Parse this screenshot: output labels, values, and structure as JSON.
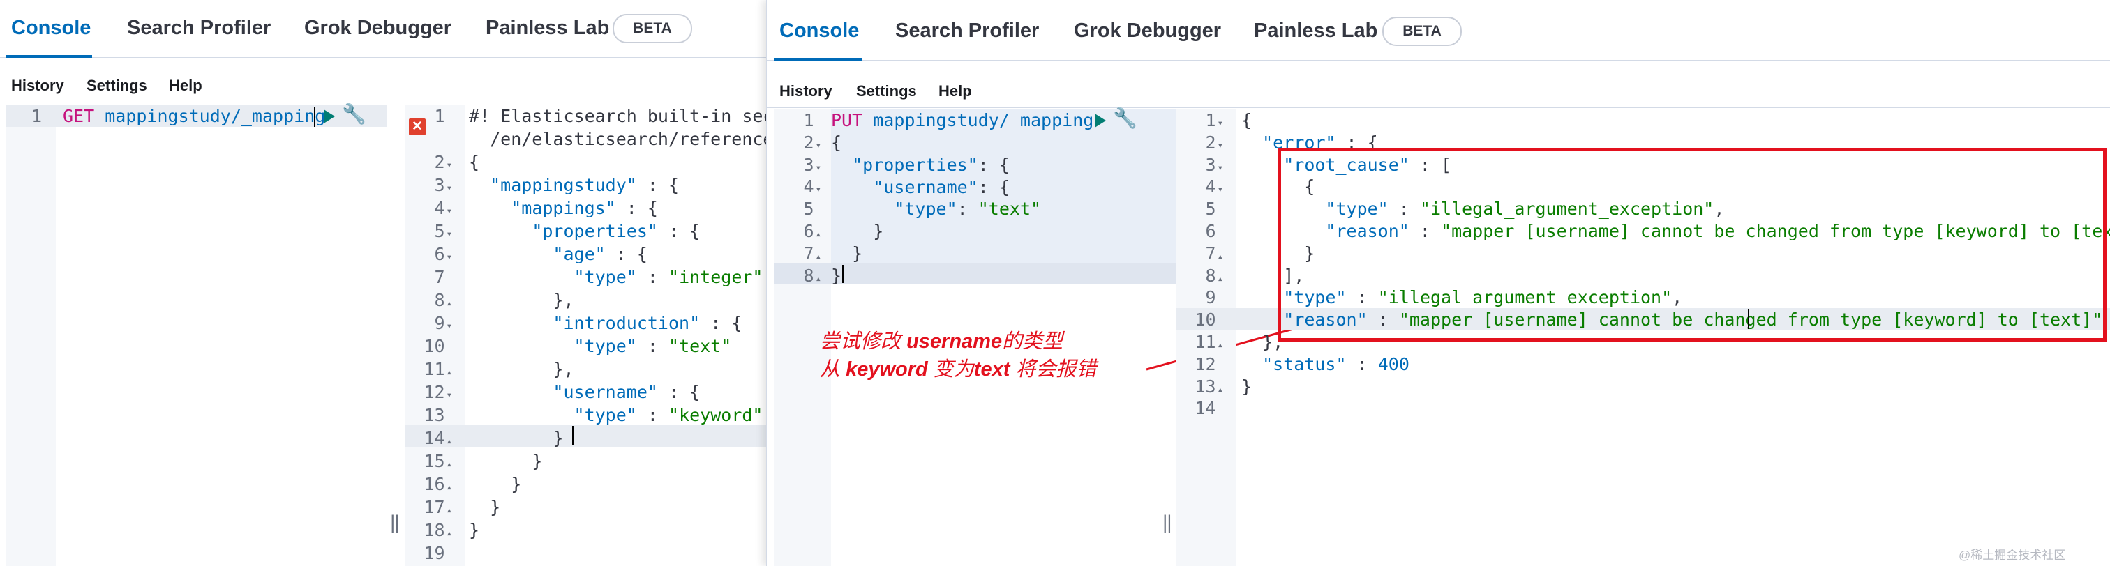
{
  "tabs": [
    "Console",
    "Search Profiler",
    "Grok Debugger",
    "Painless Lab"
  ],
  "beta": "BETA",
  "menu": [
    "History",
    "Settings",
    "Help"
  ],
  "left": {
    "request": {
      "method": "GET",
      "path": "mappingstudy/_mapping"
    },
    "response_lines": [
      "#! Elasticsearch built-in secu",
      "/en/elasticsearch/reference/",
      "{",
      "  \"mappingstudy\" : {",
      "    \"mappings\" : {",
      "      \"properties\" : {",
      "        \"age\" : {",
      "          \"type\" : \"integer\"",
      "        },",
      "        \"introduction\" : {",
      "          \"type\" : \"text\"",
      "        },",
      "        \"username\" : {",
      "          \"type\" : \"keyword\"",
      "        }",
      "      }",
      "    }",
      "  }",
      "}",
      ""
    ]
  },
  "right": {
    "request": {
      "method": "PUT",
      "path": "mappingstudy/_mapping"
    },
    "request_lines": [
      "{",
      "  \"properties\": {",
      "    \"username\": {",
      "      \"type\": \"text\"",
      "    }",
      "  }",
      "}"
    ],
    "response_lines": [
      "{",
      "  \"error\" : {",
      "    \"root_cause\" : [",
      "      {",
      "        \"type\" : \"illegal_argument_exception\",",
      "        \"reason\" : \"mapper [username] cannot be changed from type [keyword] to [text]\"",
      "      }",
      "    ],",
      "    \"type\" : \"illegal_argument_exception\",",
      "    \"reason\" : \"mapper [username] cannot be changed from type [keyword] to [text]\"",
      "  },",
      "  \"status\" : 400",
      "}",
      ""
    ]
  },
  "annotation": {
    "line1_pre": "尝试修改 ",
    "line1_bold": "username",
    "line1_post": "的类型",
    "line2_pre": "从 ",
    "line2_bold": "keyword",
    "line2_mid": " 变为",
    "line2_bold2": "text",
    "line2_post": " 将会报错"
  },
  "watermark": "@稀土掘金技术社区",
  "colors": {
    "accent": "#006bb8",
    "error": "#e3111e",
    "string": "#0a7d00",
    "method": "#c5127d"
  }
}
